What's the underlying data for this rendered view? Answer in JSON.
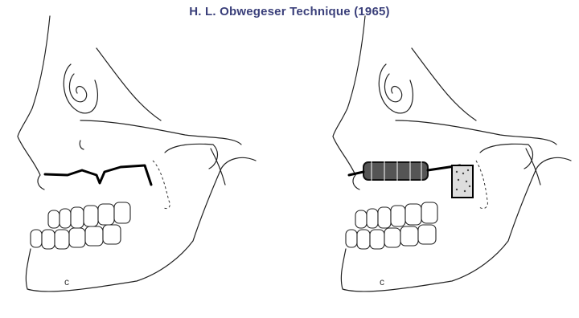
{
  "title": "H. L. Obwegeser Technique (1965)",
  "panels": [
    {
      "label": "c"
    },
    {
      "label": "c"
    }
  ]
}
